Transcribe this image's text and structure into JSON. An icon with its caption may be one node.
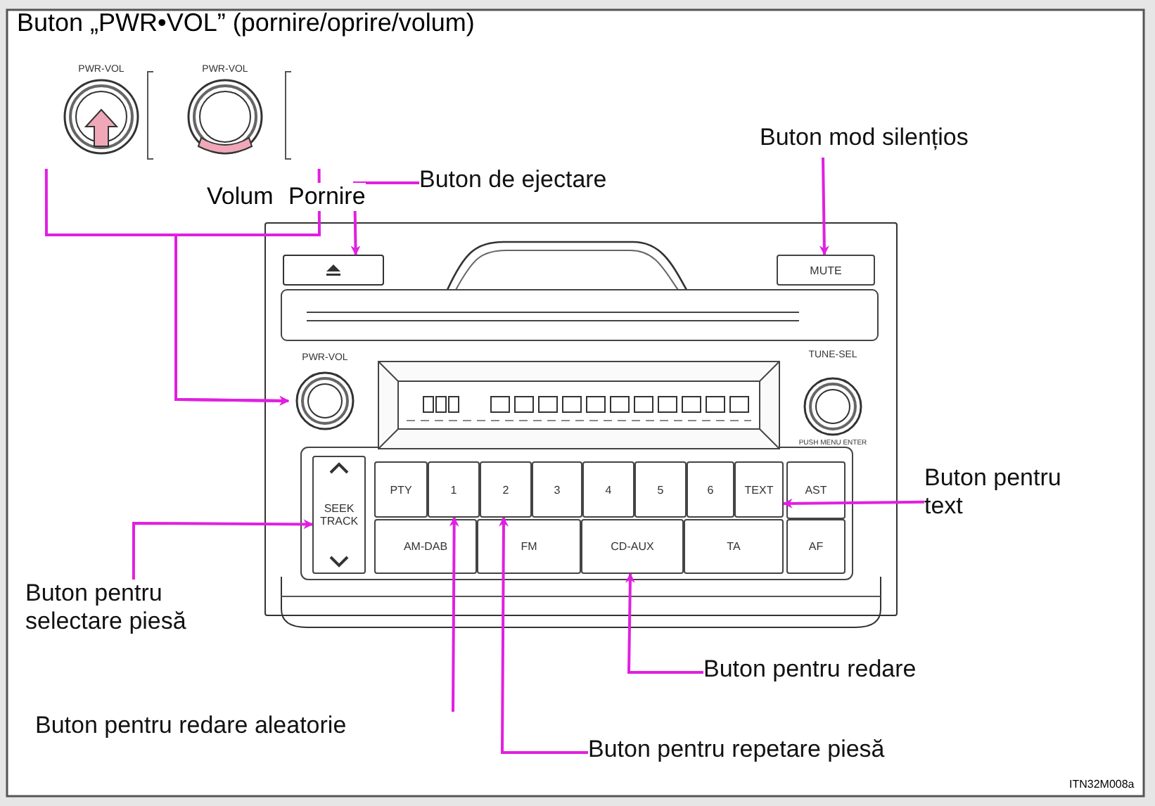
{
  "diagram": {
    "title": "Buton „PWR•VOL” (pornire/oprire/volum)",
    "nodes": [
      {
        "text": [
          "PWR-VOL"
        ]
      },
      {
        "text": [
          "PWR-VOL"
        ]
      },
      {
        "text": [
          "Buton de ejectare"
        ]
      },
      {
        "text": [
          "Buton mod silențios"
        ]
      },
      {
        "text": [],
        "shape": "box"
      },
      {
        "text": [],
        "shape": "box",
        "in": 4
      },
      {
        "text": [
          "MUTE"
        ],
        "in": 4
      },
      {
        "text": [
          "PWR-VOL"
        ],
        "in": 4
      },
      {
        "text": [
          "TUNE-SEL",
          "PUSH MENU ENTER"
        ],
        "in": 4
      },
      {
        "text": [
          "SEEK TRACK"
        ],
        "in": 4
      },
      {
        "text": [
          "PTY"
        ],
        "in": 4
      },
      {
        "text": [
          "1"
        ],
        "in": 4
      },
      {
        "text": [
          "2"
        ],
        "in": 4
      },
      {
        "text": [
          "3"
        ],
        "in": 4
      },
      {
        "text": [
          "4"
        ],
        "in": 4
      },
      {
        "text": [
          "5"
        ],
        "in": 4
      },
      {
        "text": [
          "6"
        ],
        "in": 4
      },
      {
        "text": [
          "TEXT"
        ],
        "in": 4
      },
      {
        "text": [
          "AST"
        ],
        "in": 4
      },
      {
        "text": [
          "AM-DAB"
        ],
        "in": 4
      },
      {
        "text": [
          "FM"
        ],
        "in": 4
      },
      {
        "text": [
          "CD-AUX"
        ],
        "in": 4
      },
      {
        "text": [
          "TA"
        ],
        "in": 4
      },
      {
        "text": [
          "AF"
        ],
        "in": 4
      },
      {
        "text": [
          "Buton pentru text"
        ]
      },
      {
        "text": [
          "Buton pentru selectare piesă"
        ]
      },
      {
        "text": [
          "Buton pentru redare"
        ]
      },
      {
        "text": [
          "Buton pentru redare aleatorie"
        ]
      },
      {
        "text": [
          "Buton pentru repetare piesă"
        ]
      }
    ],
    "edges": [
      {
        "from": 0,
        "to": 7,
        "arrow": "to"
      },
      {
        "from": 1,
        "to": 7,
        "arrow": "to"
      },
      {
        "from": 2,
        "to": 5,
        "arrow": "to"
      },
      {
        "from": 3,
        "to": 6,
        "arrow": "to"
      },
      {
        "from": 24,
        "to": 17,
        "arrow": "to"
      },
      {
        "from": 25,
        "to": 9,
        "arrow": "to"
      },
      {
        "from": 26,
        "to": 21,
        "arrow": "to"
      },
      {
        "from": 27,
        "to": 11,
        "arrow": "to"
      },
      {
        "from": 28,
        "to": 12,
        "arrow": "to"
      }
    ],
    "labels": [
      "Volum",
      "Pornire",
      "ITN32M008a"
    ]
  }
}
